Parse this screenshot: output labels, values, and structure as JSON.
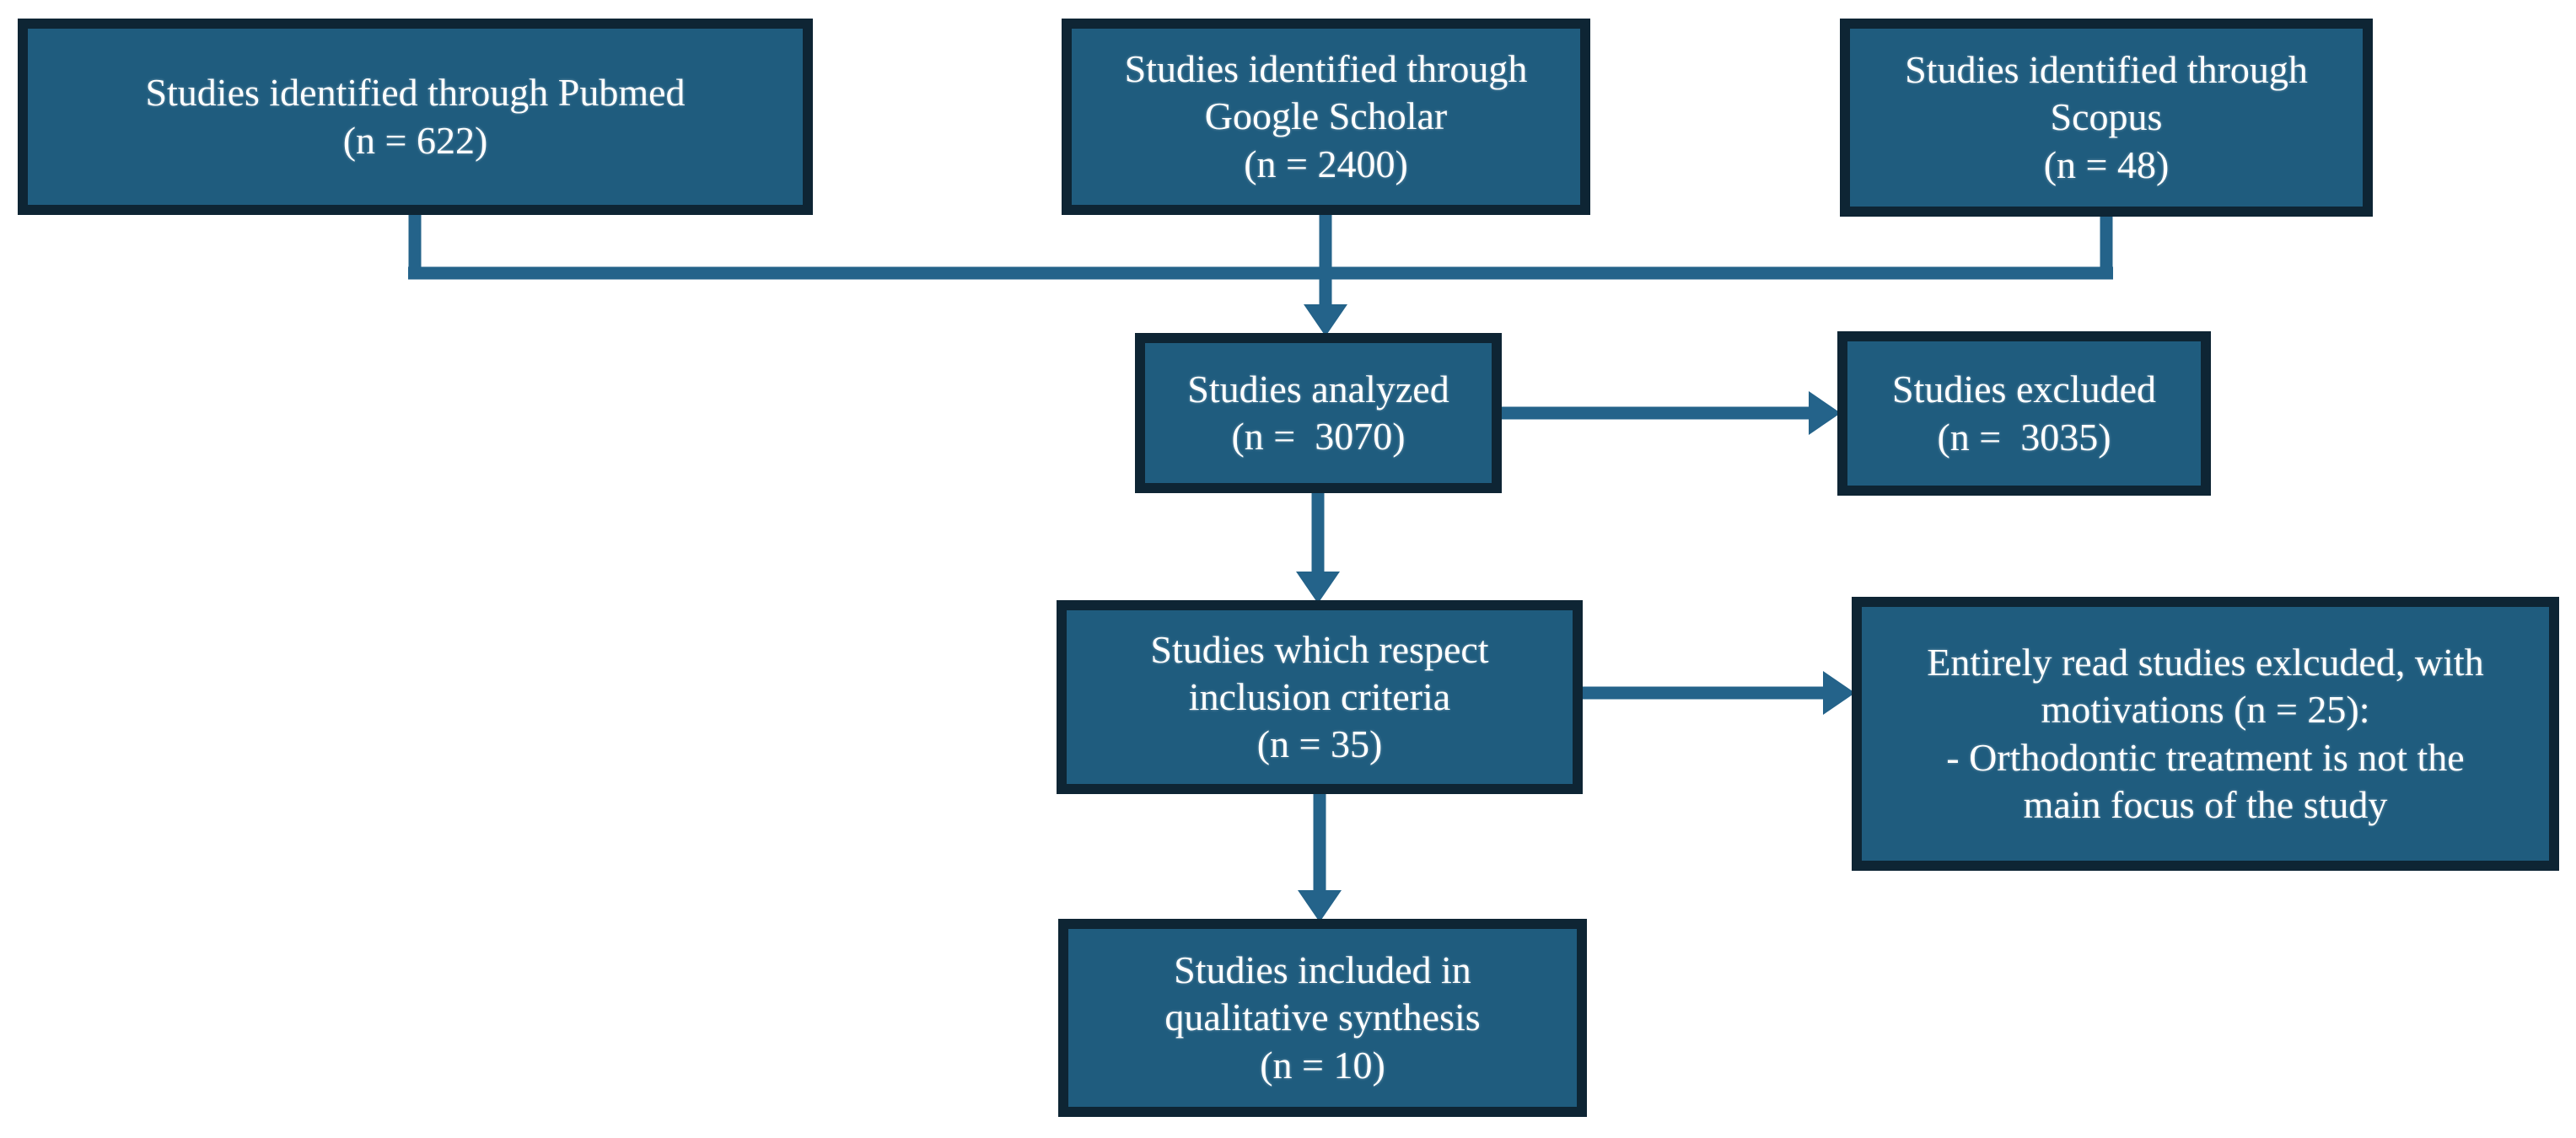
{
  "diagram_type": "study-selection-flowchart",
  "colors": {
    "box_fill": "#1f5c7e",
    "box_border": "#0e2534",
    "connector": "#24638a",
    "text_color": "#ffffff",
    "background": "#ffffff"
  },
  "boxes": {
    "pubmed": {
      "label": "Studies identified through Pubmed",
      "count": "(n = 622)"
    },
    "scholar": {
      "label": "Studies identified through\nGoogle Scholar",
      "count": "(n = 2400)"
    },
    "scopus": {
      "label": "Studies identified through\nScopus",
      "count": "(n = 48)"
    },
    "analyzed": {
      "label": "Studies analyzed",
      "count": "(n =  3070)"
    },
    "excluded": {
      "label": "Studies excluded",
      "count": "(n =  3035)"
    },
    "inclusion": {
      "label": "Studies which respect\ninclusion criteria",
      "count": "(n = 35)"
    },
    "motivations": {
      "text": "Entirely read studies exlcuded, with\nmotivations (n = 25):\n- Orthodontic treatment is not the\nmain focus of the study"
    },
    "included": {
      "label": "Studies included in\nqualitative synthesis",
      "count": "(n = 10)"
    }
  }
}
